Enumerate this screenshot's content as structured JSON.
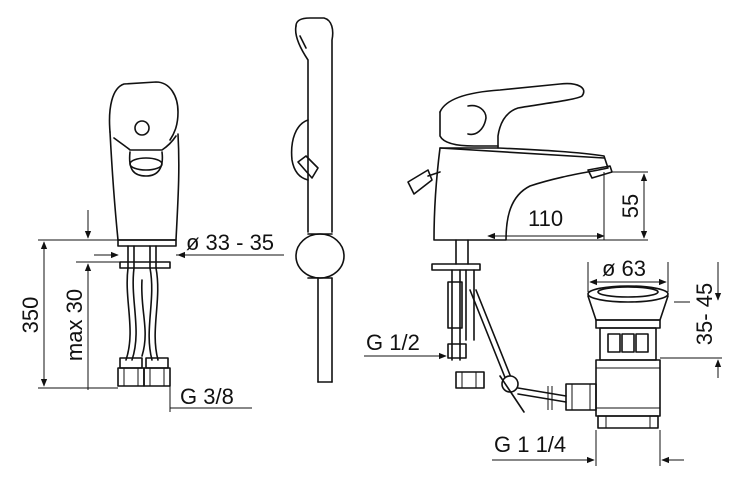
{
  "dimensions": {
    "height_total": "350",
    "max_counter": "max 30",
    "hole_diameter": "ø 33 - 35",
    "thread_left": "G 3/8",
    "reach": "110",
    "spout_height": "55",
    "waste_diameter": "ø 63",
    "waste_adjust_top": "35- 45",
    "waste_adjust_bottom": "35- 45",
    "thread_supply": "G 1/2",
    "thread_waste": "G 1 1/4"
  }
}
